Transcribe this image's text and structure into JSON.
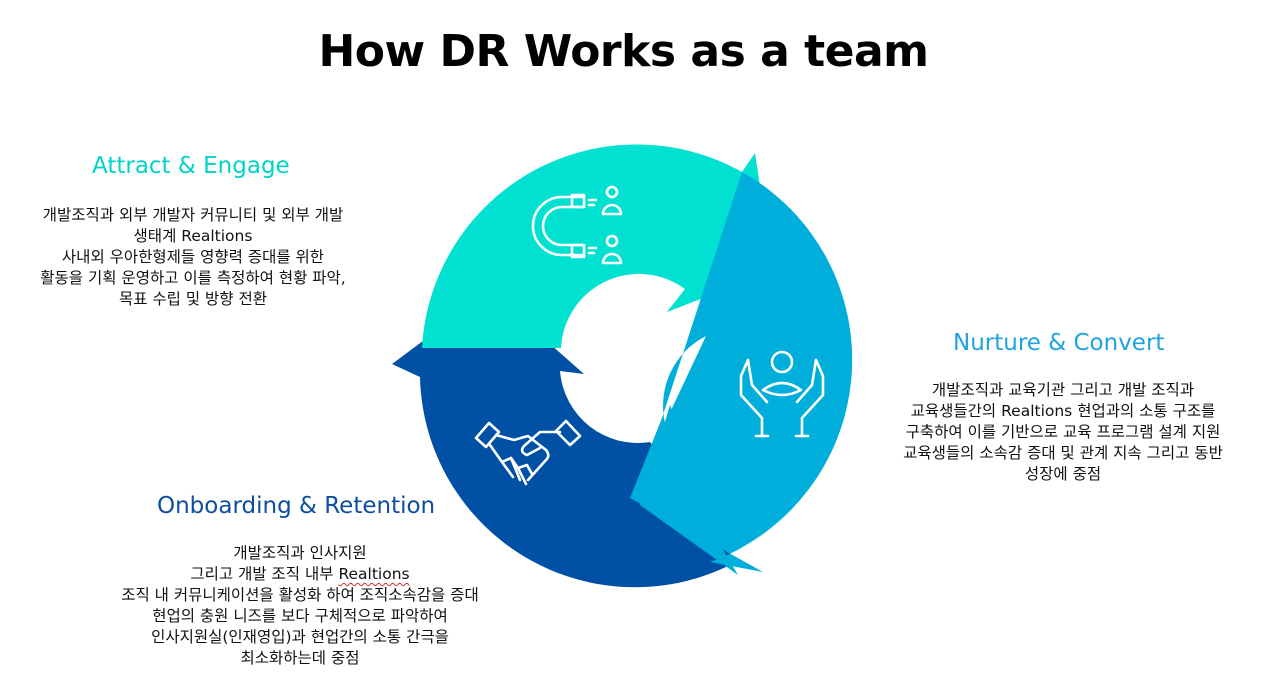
{
  "title": "How DR Works as a team",
  "colors": {
    "attract": "#00E1D2",
    "nurture": "#00AEDB",
    "onboarding": "#0050A5",
    "attract_heading": "#00D4C8",
    "nurture_heading": "#1FA3DF",
    "onboarding_heading": "#0D4EA0"
  },
  "sections": {
    "attract": {
      "heading": "Attract & Engage",
      "icon": "magnet-users-icon",
      "lines": [
        "개발조직과 외부 개발자 커뮤니티 및 외부 개발",
        "생태계 Realtions",
        "사내외 우아한형제들 영향력 증대를 위한",
        "활동을 기획 운영하고 이를 측정하여 현황 파악,",
        "목표 수립 및 방향 전환"
      ]
    },
    "nurture": {
      "heading": "Nurture & Convert",
      "icon": "hands-care-person-icon",
      "lines": [
        "개발조직과 교육기관 그리고 개발 조직과",
        "교육생들간의 Realtions 현업과의 소통 구조를",
        "구축하여 이를 기반으로 교육 프로그램 설계 지원",
        "교육생들의 소속감 증대 및 관계 지속 그리고 동반",
        "성장에 중점"
      ]
    },
    "onboarding": {
      "heading": "Onboarding & Retention",
      "icon": "handshake-icon",
      "lines_pre": [
        "개발조직과 인사지원"
      ],
      "line2_prefix": "그리고 개발 조직 내부 ",
      "line2_word": "Realtions",
      "lines_post": [
        "조직 내 커뮤니케이션을 활성화 하여 조직소속감을 증대",
        "현업의 충원 니즈를 보다 구체적으로 파악하여",
        "인사지원실(인재영입)과 현업간의 소통 간극을",
        "최소화하는데 중점"
      ]
    }
  }
}
